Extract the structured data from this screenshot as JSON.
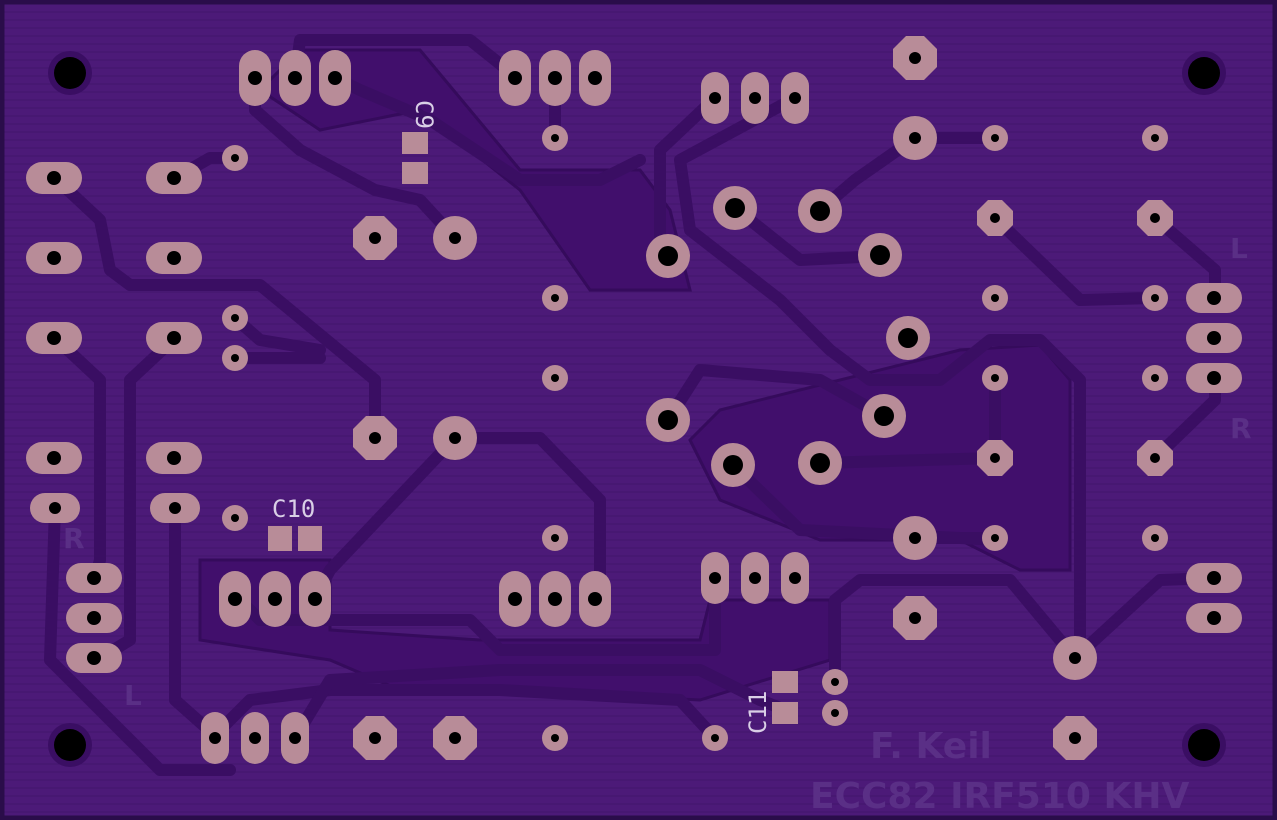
{
  "board": {
    "colors": {
      "substrate": "#4c1a78",
      "hatch": "#3f1465",
      "trace": "#3a0e63",
      "copper_pour": "#400f6b",
      "pad": "#b88c98",
      "drill": "#000000",
      "silkscreen": "#d9cfe6",
      "dim_text": "#5d3190"
    },
    "labels": {
      "c9": "C9",
      "c10": "C10",
      "c11": "C11",
      "left_top": "L",
      "right_mid": "R",
      "left_bottom": "L",
      "left_r": "R",
      "author": "F. Keil",
      "title": "ECC82 IRF510 KHV"
    }
  }
}
